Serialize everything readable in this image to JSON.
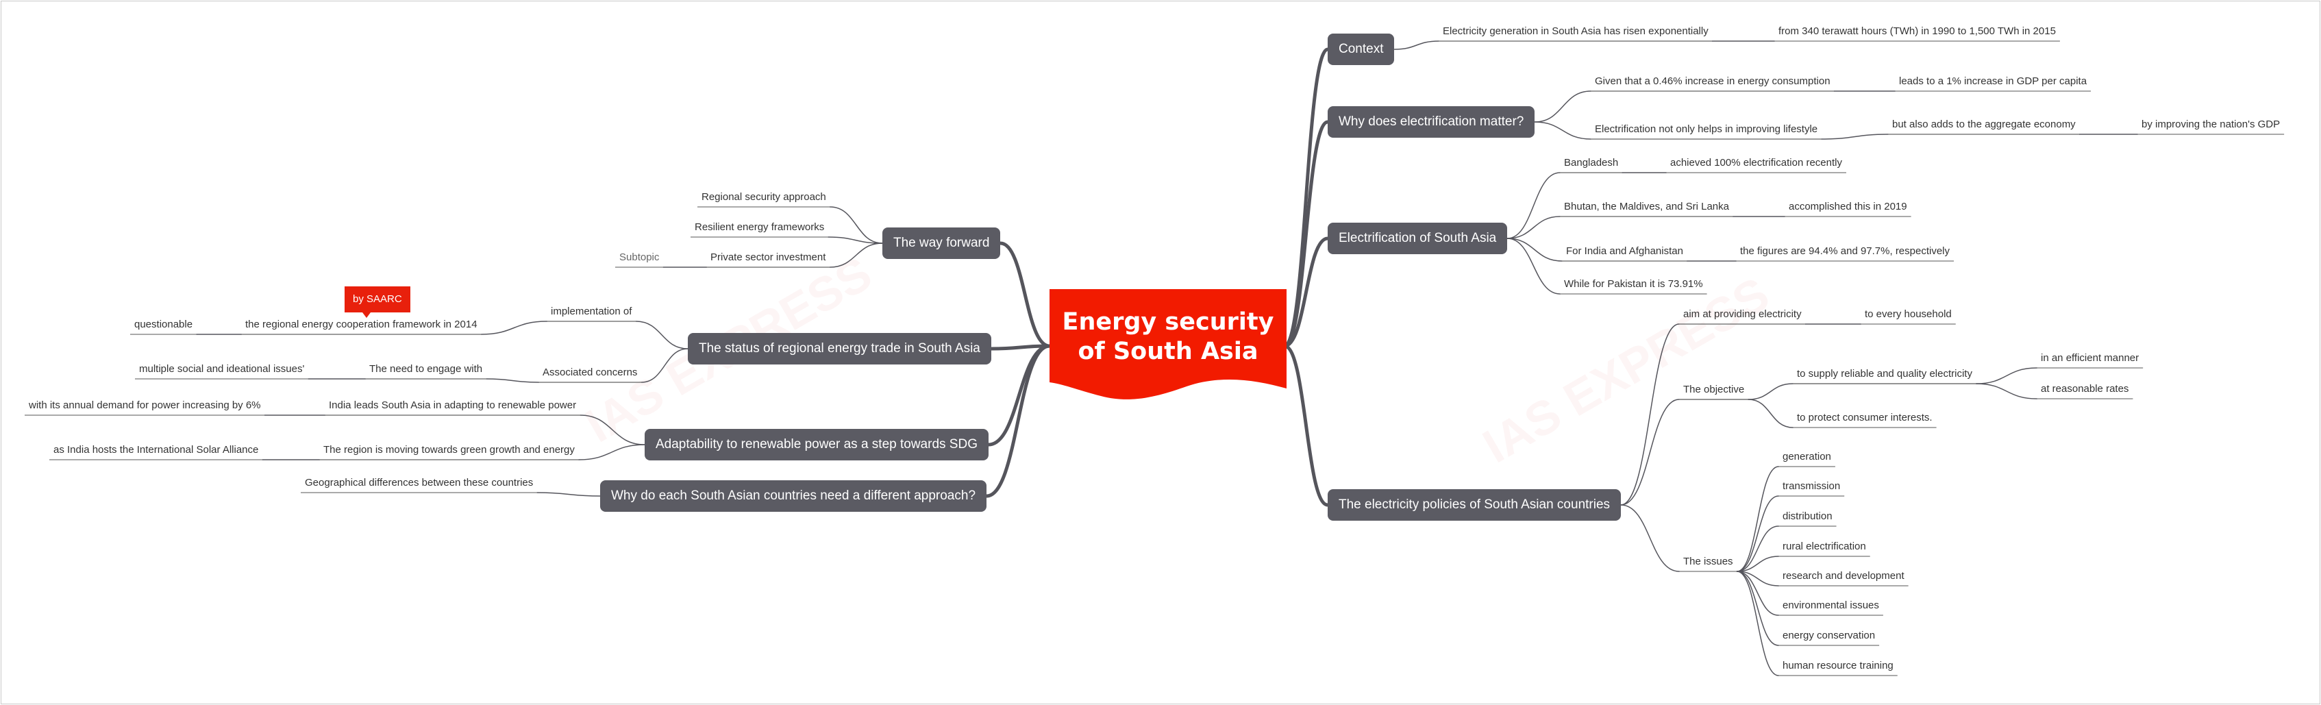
{
  "root": {
    "title_line1": "Energy security",
    "title_line2": "of South Asia"
  },
  "branches": {
    "context": {
      "label": "Context",
      "text": "Electricity generation in South Asia has risen exponentially",
      "detail": "from 340 terawatt hours (TWh) in 1990 to 1,500 TWh in 2015"
    },
    "why_electrification": {
      "label": "Why does electrification matter?",
      "item1": "Given that a 0.46% increase in energy consumption",
      "item1_detail": "leads to a 1% increase in GDP per capita",
      "item2": "Electrification not only helps in improving lifestyle",
      "item2_detail": "but also adds to the aggregate economy",
      "item2_detail2": "by improving the nation's GDP"
    },
    "electrification_sa": {
      "label": "Electrification of South Asia",
      "bangladesh": "Bangladesh",
      "bangladesh_detail": "achieved 100% electrification recently",
      "bhutan": "Bhutan, the Maldives, and Sri Lanka",
      "bhutan_detail": "accomplished this in 2019",
      "india": "For India and Afghanistan",
      "india_detail": "the figures are 94.4% and 97.7%, respectively",
      "pakistan": "While for Pakistan it is 73.91%"
    },
    "policies": {
      "label": "The electricity policies of South Asian countries",
      "aim": "aim at providing electricity",
      "aim_detail": "to every household",
      "objective": "The objective",
      "supply": "to supply reliable and quality electricity",
      "efficient": "in an efficient manner",
      "rates": "at reasonable rates",
      "protect": "to protect consumer interests.",
      "issues": "The issues",
      "issue_items": [
        "generation",
        "transmission",
        "distribution",
        "rural electrification",
        "research and development",
        "environmental issues",
        "energy conservation",
        "human resource training"
      ]
    },
    "way_forward": {
      "label": "The way forward",
      "items": [
        "Regional security approach",
        "Resilient energy frameworks",
        "Private sector investment"
      ],
      "subtopic": "Subtopic"
    },
    "regional_trade": {
      "label": "The status of regional energy trade in South Asia",
      "implementation": "implementation of",
      "framework": "the regional energy cooperation framework in 2014",
      "callout": "by SAARC",
      "questionable": "questionable",
      "concerns": "Associated concerns",
      "engage": "The need to engage with",
      "engage_detail": "multiple social and ideational issues'"
    },
    "renewable": {
      "label": "Adaptability to renewable power as a step towards SDG",
      "india": "India leads South Asia in adapting to renewable power",
      "india_detail": "with its annual demand for power increasing by 6%",
      "green": "The region is moving towards green growth and energy",
      "green_detail": "as India hosts the International Solar Alliance"
    },
    "different_approach": {
      "label": "Why do each South Asian countries need a different approach?",
      "geo": "Geographical differences between these countries"
    }
  },
  "watermark": "IAS EXPRESS",
  "colors": {
    "root_fill": "#f21b00",
    "topic_fill": "#5b5b63",
    "edge": "#55555c",
    "callout_fill": "#e8200c"
  }
}
